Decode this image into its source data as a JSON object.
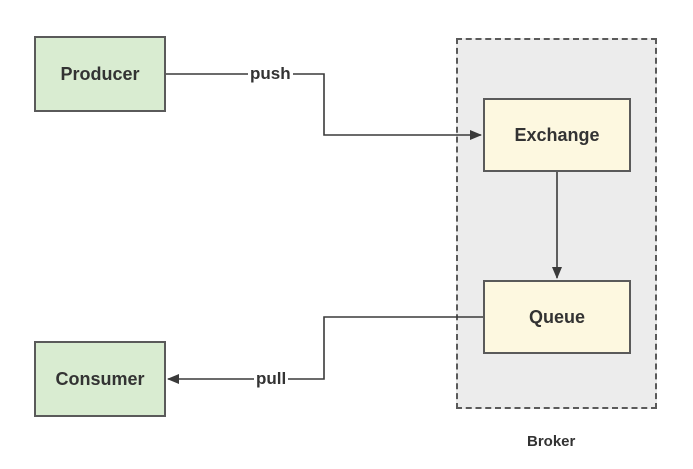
{
  "nodes": {
    "producer": "Producer",
    "consumer": "Consumer",
    "exchange": "Exchange",
    "queue": "Queue"
  },
  "edges": {
    "push": "push",
    "pull": "pull"
  },
  "broker": {
    "label": "Broker"
  },
  "colors": {
    "client_fill": "#d9ecd1",
    "broker_node_fill": "#fdf8e0",
    "broker_region_fill": "#ececec",
    "stroke": "#3a3a3a"
  }
}
